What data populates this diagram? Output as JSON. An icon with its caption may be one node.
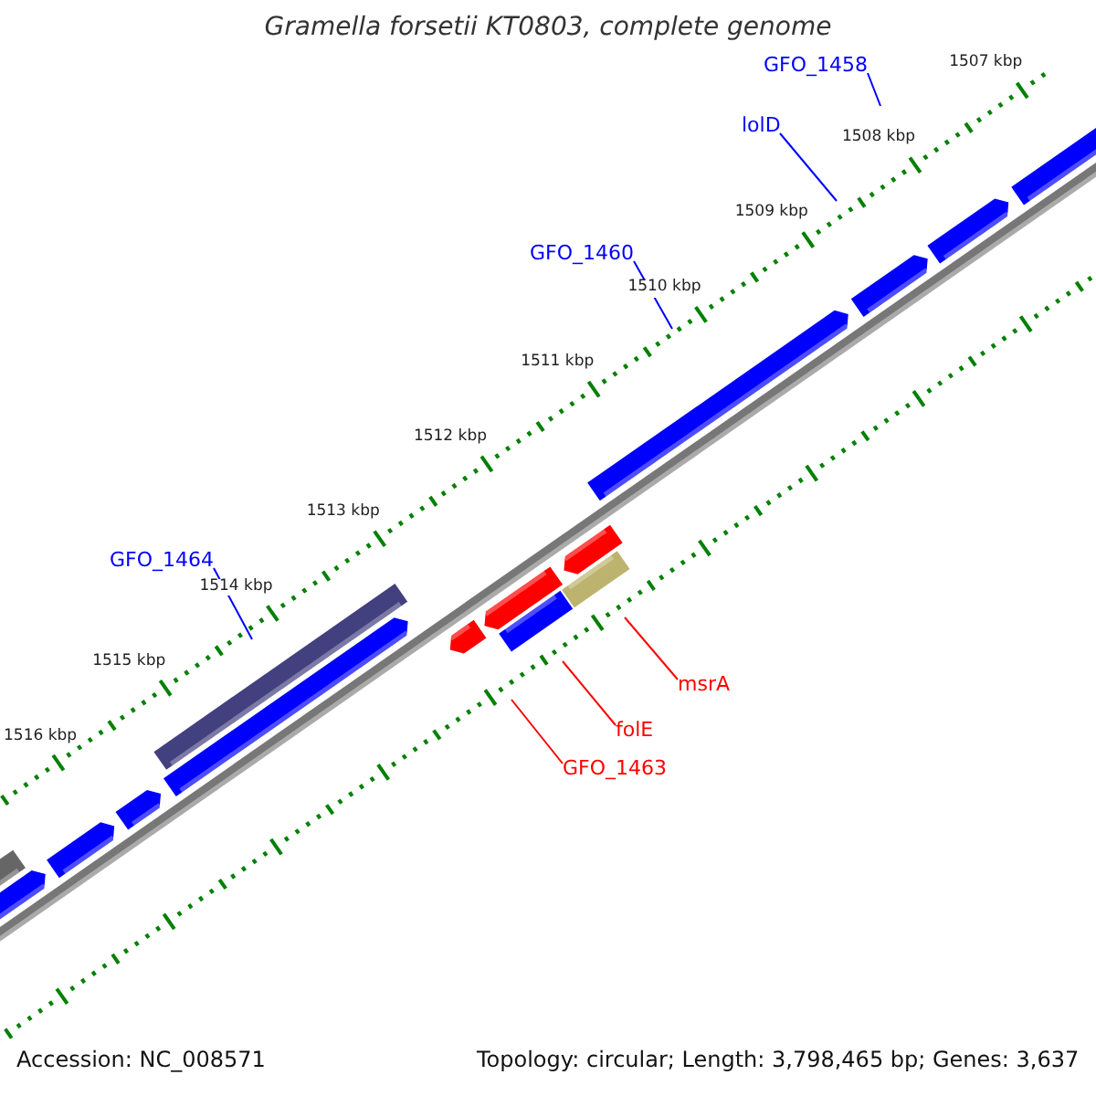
{
  "diagram": {
    "title": "Gramella forsetii KT0803, complete genome",
    "nodes": [
      {
        "text": [
          "GFO_1458"
        ]
      },
      {
        "text": [
          "lolD"
        ]
      },
      {
        "text": [
          "GFO_1460"
        ]
      },
      {
        "text": [
          "GFO_1464"
        ]
      },
      {
        "text": [
          "msrA"
        ]
      },
      {
        "text": [
          "folE"
        ]
      },
      {
        "text": [
          "GFO_1463"
        ]
      }
    ],
    "edges": [
      {
        "from": 0,
        "to": null,
        "arrow": "none"
      },
      {
        "from": 1,
        "to": null,
        "arrow": "none"
      },
      {
        "from": 2,
        "to": null,
        "arrow": "none"
      },
      {
        "from": 3,
        "to": null,
        "arrow": "none"
      },
      {
        "from": 4,
        "to": null,
        "arrow": "none",
        "color": "#ff0000"
      },
      {
        "from": 5,
        "to": null,
        "arrow": "none",
        "color": "#ff0000"
      },
      {
        "from": 6,
        "to": null,
        "arrow": "none",
        "color": "#ff0000"
      }
    ],
    "labels": [
      "1507 kbp",
      "1508 kbp",
      "1509 kbp",
      "1510 kbp",
      "1511 kbp",
      "1512 kbp",
      "1513 kbp",
      "1514 kbp",
      "1515 kbp",
      "1516 kbp",
      "Accession: NC_008571",
      "Topology: circular; Length: 3,798,465 bp; Genes: 3,637"
    ]
  }
}
